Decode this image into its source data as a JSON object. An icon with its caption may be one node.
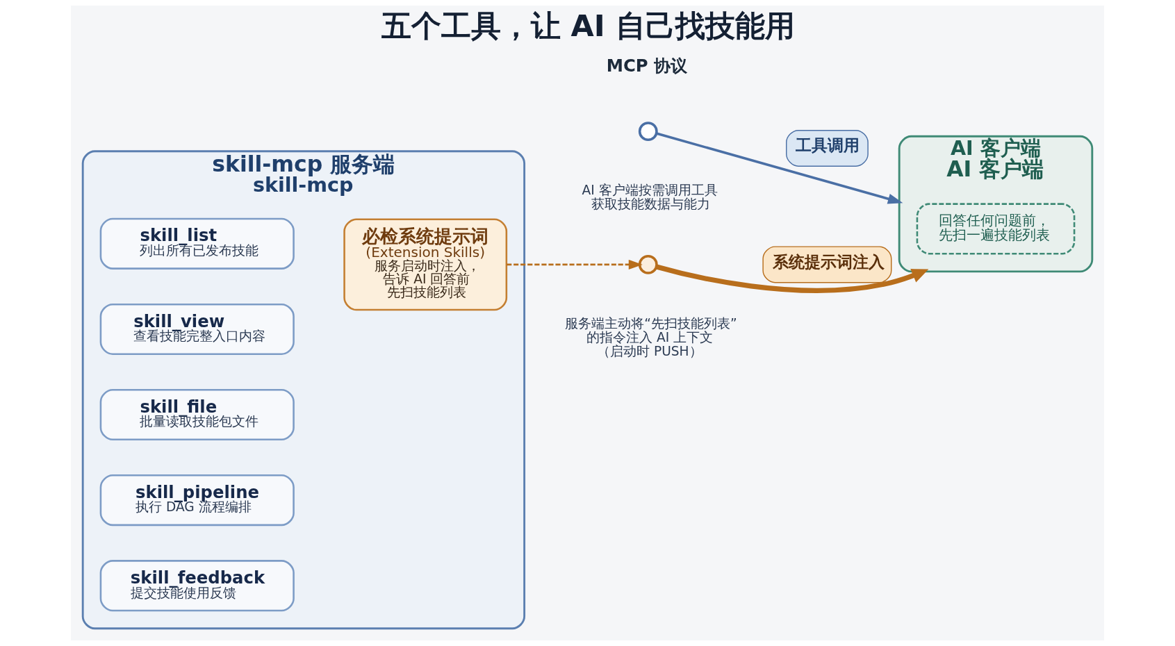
{
  "diagram": {
    "title": "五个工具，让 AI 自己找技能用",
    "nodes": [
      {
        "text": [
          "skill-mcp 服务端",
          "skill-mcp"
        ]
      },
      {
        "text": [
          "skill_list",
          "列出所有已发布技能"
        ],
        "in": 0
      },
      {
        "text": [
          "skill_view",
          "查看技能完整入口内容"
        ],
        "in": 0
      },
      {
        "text": [
          "skill_file",
          "批量读取技能包文件"
        ],
        "in": 0
      },
      {
        "text": [
          "skill_pipeline",
          "执行 DAG 流程编排"
        ],
        "in": 0
      },
      {
        "text": [
          "skill_feedback",
          "提交技能使用反馈"
        ],
        "in": 0
      },
      {
        "text": [
          "必检系统提示词",
          "(Extension Skills)",
          "服务启动时注入，告诉 AI 回答前先扫技能列表"
        ],
        "in": 0
      },
      {
        "text": [],
        "shape": "circle"
      },
      {
        "text": [],
        "shape": "circle"
      },
      {
        "text": [
          "AI 客户端",
          "AI 客户端"
        ]
      },
      {
        "text": [
          "回答任何问题前，先扫一遍技能列表"
        ],
        "in": 9
      }
    ],
    "edges": [
      {
        "from": 7,
        "to": 9,
        "arrow": "to",
        "label": "工具调用",
        "color": "#4a6fa5"
      },
      {
        "from": 6,
        "to": 8,
        "arrow": "to",
        "style": "dashed",
        "color": "#b86e1c"
      },
      {
        "from": 8,
        "to": 9,
        "arrow": "to",
        "label": "系统提示词注入",
        "style": "thick",
        "color": "#b86e1c"
      }
    ],
    "labels": [
      "MCP 协议",
      "AI 客户端按需调用工具获取技能数据与能力",
      "服务端主动将“先扫技能列表”的指令注入 AI 上下文（启动时 PUSH）"
    ]
  }
}
